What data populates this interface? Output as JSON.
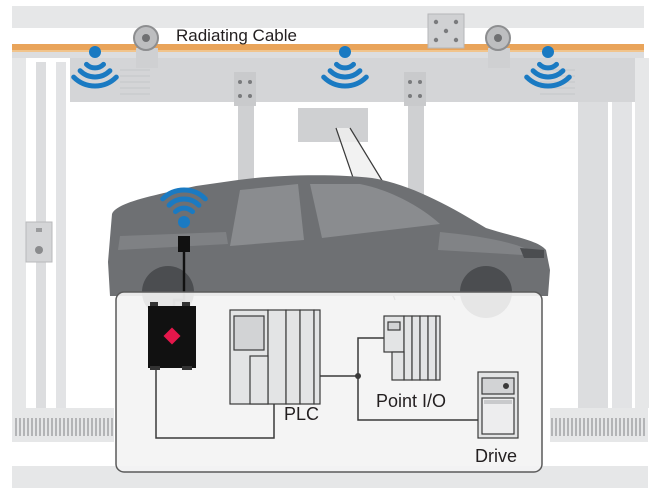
{
  "labels": {
    "cable": "Radiating Cable",
    "plc": "PLC",
    "point_io": "Point I/O",
    "drive": "Drive"
  },
  "colors": {
    "wave_blue": "#1a7ac2",
    "cable_orange": "#e9a45a",
    "structure_gray": "#dcdddf",
    "structure_dark": "#c9cacc",
    "car_gray": "#6e7073",
    "accent_red": "#e5174b",
    "module_black": "#111111",
    "panel_fill": "#f3f3f3"
  },
  "icons": [
    "wireless-signal-icon",
    "radiating-cable-icon",
    "wireless-client-icon",
    "plc-icon",
    "io-module-icon",
    "drive-icon"
  ]
}
